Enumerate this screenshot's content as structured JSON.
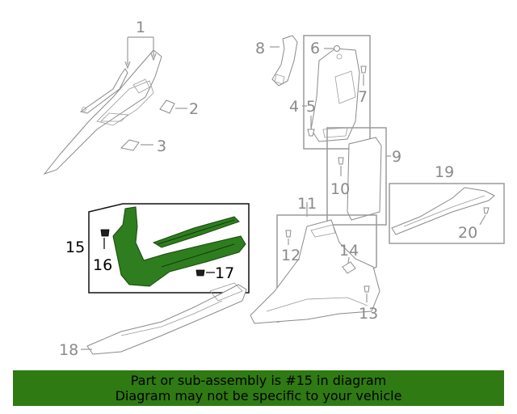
{
  "callouts": {
    "c1": "1",
    "c2": "2",
    "c3": "3",
    "c4": "4",
    "c5": "5",
    "c6": "6",
    "c7": "7",
    "c8": "8",
    "c9": "9",
    "c10": "10",
    "c11": "11",
    "c12": "12",
    "c13": "13",
    "c14": "14",
    "c15": "15",
    "c16": "16",
    "c17": "17",
    "c18": "18",
    "c19": "19",
    "c20": "20"
  },
  "highlight": {
    "part": "15",
    "color": "#2e7d1e"
  },
  "banner": {
    "line1": "Part or sub-assembly is #15 in diagram",
    "line2": "Diagram may not be specific to your vehicle",
    "color": "#2f7a12"
  }
}
